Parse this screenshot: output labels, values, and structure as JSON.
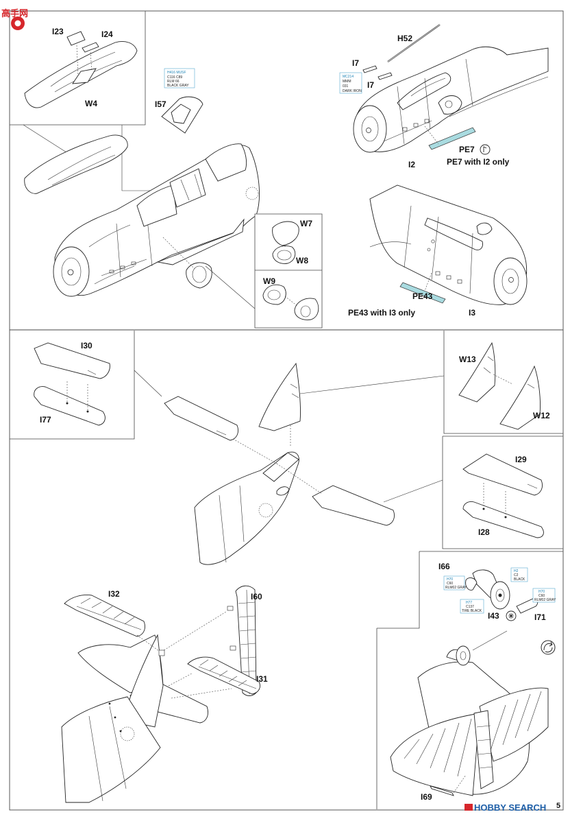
{
  "watermark": {
    "top_left": "高手网",
    "bottom_right": "HOBBY SEARCH"
  },
  "page_number": "5",
  "parts": {
    "I23": "I23",
    "I24": "I24",
    "W4": "W4",
    "I57": "I57",
    "H52": "H52",
    "I7a": "I7",
    "I7b": "I7",
    "PE7": "PE7",
    "I2": "I2",
    "W7": "W7",
    "W8": "W8",
    "W9": "W9",
    "PE43": "PE43",
    "I3": "I3",
    "I30": "I30",
    "I77": "I77",
    "W13": "W13",
    "W12": "W12",
    "I29": "I29",
    "I28": "I28",
    "I66": "I66",
    "I43": "I43",
    "I71": "I71",
    "I32": "I32",
    "I60": "I60",
    "I31": "I31",
    "I69": "I69"
  },
  "captions": {
    "pe7_note": "PE7 with I2 only",
    "pe43_note": "PE43 with I3 only"
  },
  "color_callouts": {
    "rlm66": {
      "code1": "H416 MUSF",
      "code2": "C116  C89",
      "name1": "RLM 66",
      "name2": "BLACK GRAY"
    },
    "dark_iron": {
      "code1": "MC214",
      "code2": "MMM",
      "code3": "031",
      "name": "DARK IRON"
    },
    "black": {
      "code1": "H2",
      "code2": "C2",
      "name": "BLACK"
    },
    "rlm02_a": {
      "code1": "H70",
      "code2": "C60",
      "name": "RLM02 GRAY"
    },
    "tire_black": {
      "code1": "H77",
      "code2": "C137",
      "name": "TIRE BLACK"
    },
    "rlm02_b": {
      "code1": "H70",
      "code2": "C60",
      "name": "RLM02 GRAY"
    }
  },
  "colors": {
    "photo_etch": "#a9dbe0",
    "callout_border": "#58a9d0",
    "watermark_red": "#d6262b",
    "watermark_blue": "#1e5fa8",
    "ink": "#222222"
  }
}
